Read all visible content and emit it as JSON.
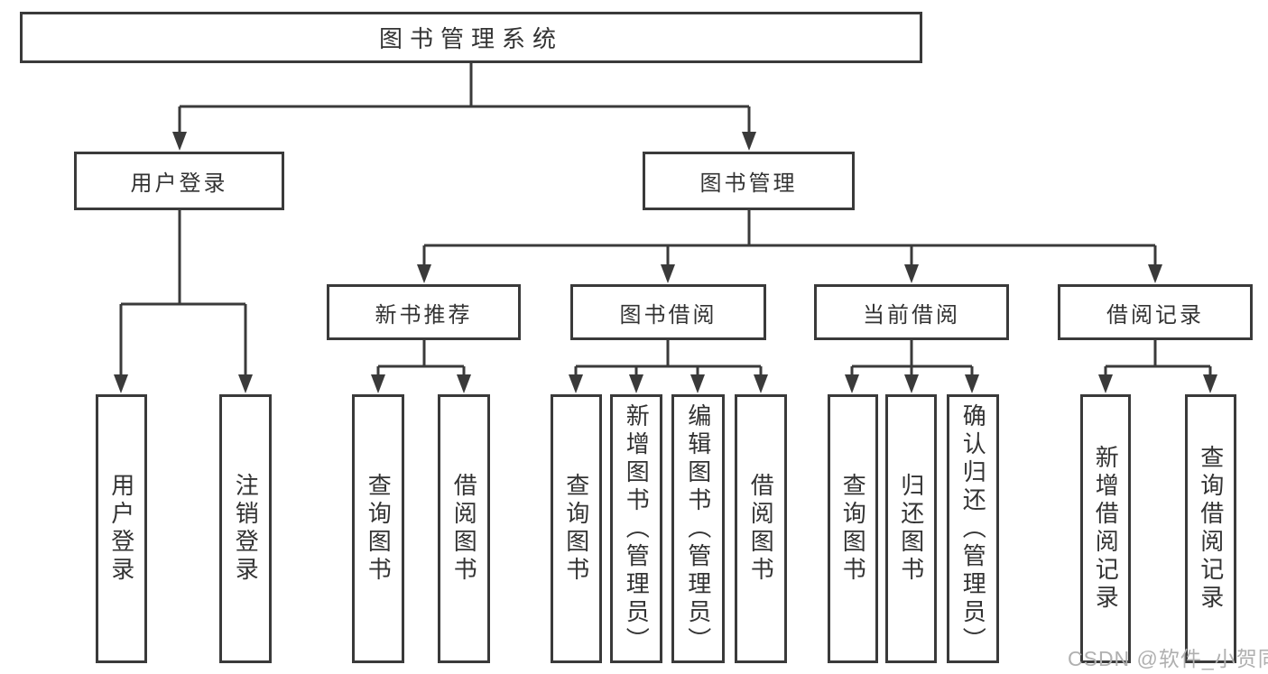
{
  "tree": {
    "root": {
      "label": "图书管理系统"
    },
    "branches": [
      {
        "label": "用户登录",
        "children": [
          {
            "label": "用户登录"
          },
          {
            "label": "注销登录"
          }
        ]
      },
      {
        "label": "图书管理",
        "children": [
          {
            "label": "新书推荐",
            "children": [
              {
                "label": "查询图书"
              },
              {
                "label": "借阅图书"
              }
            ]
          },
          {
            "label": "图书借阅",
            "children": [
              {
                "label": "查询图书"
              },
              {
                "label": "新增图书（管理员）"
              },
              {
                "label": "编辑图书（管理员）"
              },
              {
                "label": "借阅图书"
              }
            ]
          },
          {
            "label": "当前借阅",
            "children": [
              {
                "label": "查询图书"
              },
              {
                "label": "归还图书"
              },
              {
                "label": "确认归还（管理员）"
              }
            ]
          },
          {
            "label": "借阅记录",
            "children": [
              {
                "label": "新增借阅记录"
              },
              {
                "label": "查询借阅记录"
              }
            ]
          }
        ]
      }
    ]
  },
  "watermark": {
    "text": "CSDN @软件_小贺同学"
  },
  "colors": {
    "line": "#3a3a3a",
    "text": "#333333",
    "watermark": "#b0b0b0",
    "background": "#ffffff"
  }
}
